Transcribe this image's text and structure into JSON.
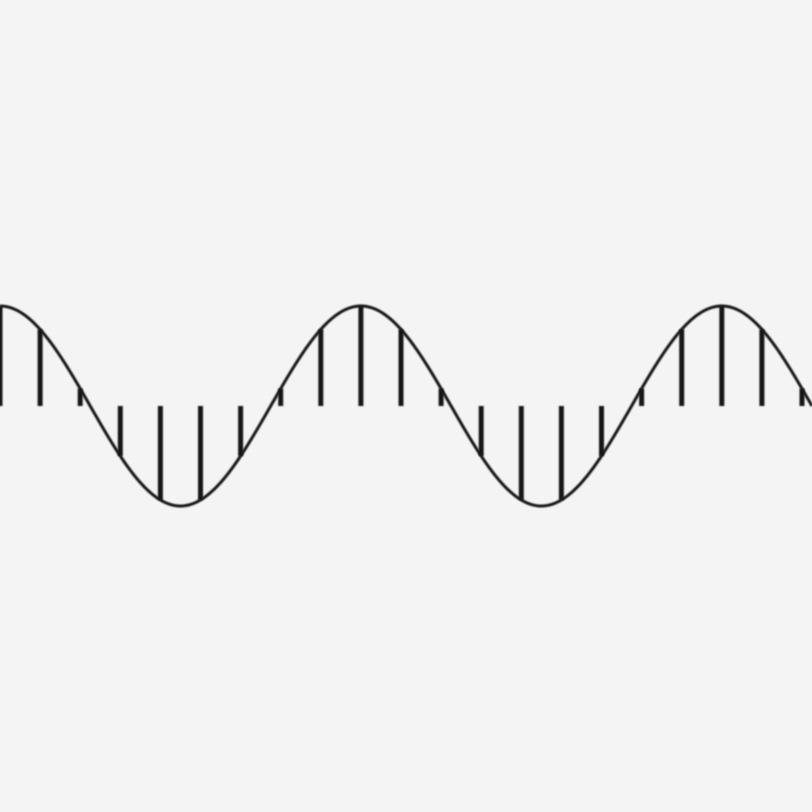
{
  "diagram": {
    "type": "sampled-sine-wave",
    "cycles_shown": 2.25,
    "samples_per_cycle": 9,
    "sample_count": 21,
    "phase_start_degrees": 90,
    "amplitude": 1,
    "colors": {
      "background": "#f4f4f4",
      "curve": "#141414",
      "stems": "#141414"
    }
  }
}
